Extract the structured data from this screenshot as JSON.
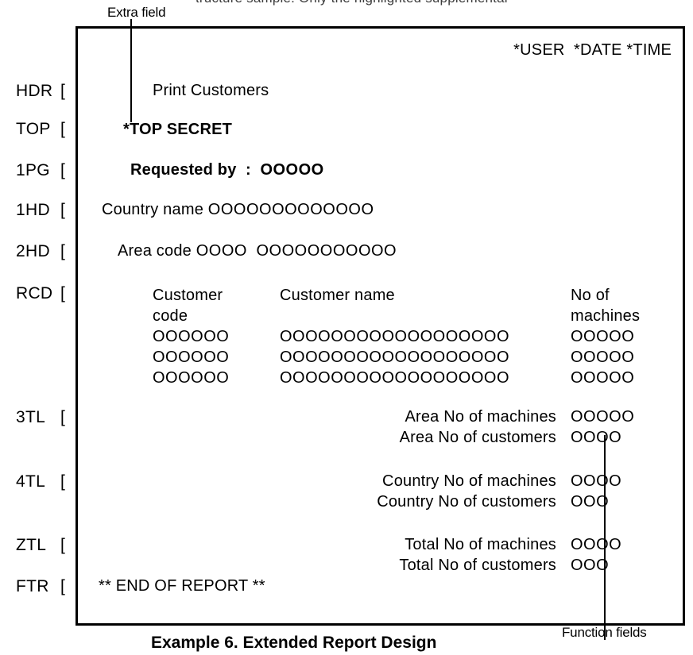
{
  "figure": {
    "top_clipped_text": "tructure sample. Only the highlighted supplementar",
    "caption": "Example 6. Extended Report Design"
  },
  "annotations": {
    "extra_field": "Extra field",
    "function_fields": "Function fields"
  },
  "header_line": {
    "user": "*USER",
    "date": "*DATE",
    "time": "*TIME",
    "full": "*USER  *DATE *TIME"
  },
  "sections": [
    {
      "code": "HDR",
      "bracket": "["
    },
    {
      "code": "TOP",
      "bracket": "["
    },
    {
      "code": "1PG",
      "bracket": "["
    },
    {
      "code": "1HD",
      "bracket": "["
    },
    {
      "code": "2HD",
      "bracket": "["
    },
    {
      "code": "RCD",
      "bracket": "["
    },
    {
      "code": "3TL",
      "bracket": "["
    },
    {
      "code": "4TL",
      "bracket": "["
    },
    {
      "code": "ZTL",
      "bracket": "["
    },
    {
      "code": "FTR",
      "bracket": "["
    }
  ],
  "lines": {
    "hdr_title": "Print Customers",
    "top_secret": "*TOP SECRET",
    "requested_by_label": "Requested by  :  ",
    "requested_by_field": "OOOOO",
    "country_name_label": "Country name ",
    "country_name_field": "OOOOOOOOOOOOO",
    "area_code_label": "Area code ",
    "area_code_field": "OOOO",
    "area_name_field": "OOOOOOOOOOO",
    "footer_end": "** END OF REPORT **"
  },
  "record_table": {
    "columns": [
      {
        "header_line1": "Customer",
        "header_line2": "code"
      },
      {
        "header_line1": "Customer name",
        "header_line2": ""
      },
      {
        "header_line1": "No of",
        "header_line2": "machines"
      }
    ],
    "rows": [
      {
        "customer_code": "OOOOOO",
        "customer_name": "OOOOOOOOOOOOOOOOOO",
        "no_of_machines": "OOOOO"
      },
      {
        "customer_code": "OOOOOO",
        "customer_name": "OOOOOOOOOOOOOOOOOO",
        "no_of_machines": "OOOOO"
      },
      {
        "customer_code": "OOOOOO",
        "customer_name": "OOOOOOOOOOOOOOOOOO",
        "no_of_machines": "OOOOO"
      }
    ]
  },
  "totals": {
    "area": [
      {
        "label": "Area No of machines",
        "field": "OOOOO"
      },
      {
        "label": "Area No of customers",
        "field": "OOOO"
      }
    ],
    "country": [
      {
        "label": "Country No of machines",
        "field": "OOOO"
      },
      {
        "label": "Country No of customers",
        "field": "OOO"
      }
    ],
    "grand": [
      {
        "label": "Total No of machines",
        "field": "OOOO"
      },
      {
        "label": "Total No of customers",
        "field": "OOO"
      }
    ]
  },
  "colors": {
    "ink": "#000000",
    "paper": "#ffffff"
  }
}
